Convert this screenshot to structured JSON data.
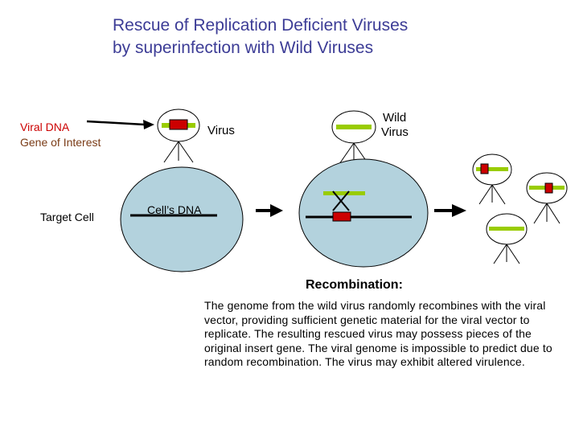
{
  "title": {
    "line1": "Rescue of Replication Deficient Viruses",
    "line2": "by superinfection with Wild Viruses"
  },
  "labels": {
    "viral_dna": "Viral DNA",
    "gene_of_interest": "Gene of Interest",
    "virus": "Virus",
    "wild_virus_1": "Wild",
    "wild_virus_2": "Virus",
    "target_cell": "Target Cell",
    "cells_dna": "Cell’s DNA"
  },
  "recombination": {
    "heading": "Recombination:",
    "body": "The genome from the wild virus randomly recombines with the viral vector, providing sufficient genetic material for the viral vector to replicate. The resulting rescued virus may possess pieces of the original insert gene. The viral genome is impossible to predict due to random recombination. The virus may exhibit altered virulence."
  },
  "colors": {
    "title": "#3c3c96",
    "viral_label": "#cc0000",
    "gene_label": "#7a3b16",
    "cell_fill": "#b3d2dd",
    "wild_genome": "#99cc00",
    "insert_gene": "#cc0000"
  }
}
